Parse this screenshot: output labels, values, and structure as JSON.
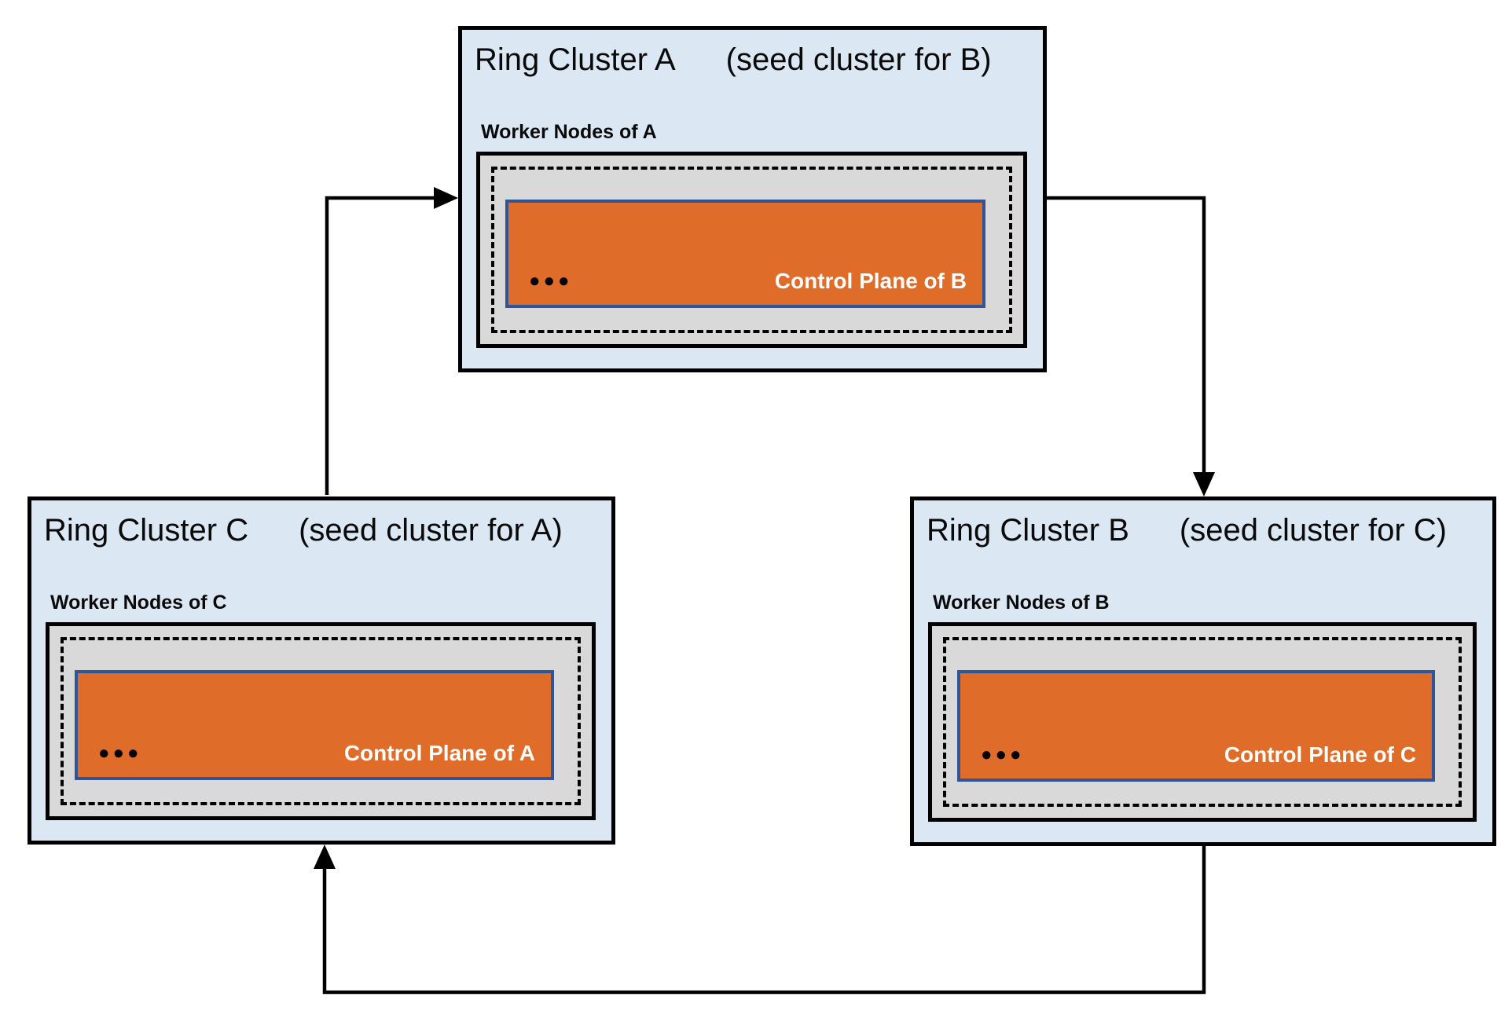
{
  "colors": {
    "cluster_bg": "#dce7f4",
    "node_bg": "#d9d9d9",
    "control_bg": "#e06c2a",
    "control_border": "#2f5597",
    "line_color": "#000000",
    "text_color": "#0a0a0a",
    "control_label_color": "#ffffff"
  },
  "clusters": [
    {
      "id": "A",
      "title": "Ring Cluster A",
      "seed_note": "(seed cluster for B)",
      "worker_label": "Worker Nodes of A",
      "control_plane_label": "Control Plane of B",
      "dots": "●●●"
    },
    {
      "id": "C",
      "title": "Ring Cluster C",
      "seed_note": "(seed cluster for A)",
      "worker_label": "Worker Nodes of C",
      "control_plane_label": "Control Plane of A",
      "dots": "●●●"
    },
    {
      "id": "B",
      "title": "Ring Cluster B",
      "seed_note": "(seed cluster for C)",
      "worker_label": "Worker Nodes of B",
      "control_plane_label": "Control Plane of C",
      "dots": "●●●"
    }
  ],
  "arrows": [
    {
      "from": "Ring Cluster C",
      "to": "Ring Cluster A"
    },
    {
      "from": "Ring Cluster A",
      "to": "Ring Cluster B"
    },
    {
      "from": "Ring Cluster B",
      "to": "Ring Cluster C"
    }
  ]
}
